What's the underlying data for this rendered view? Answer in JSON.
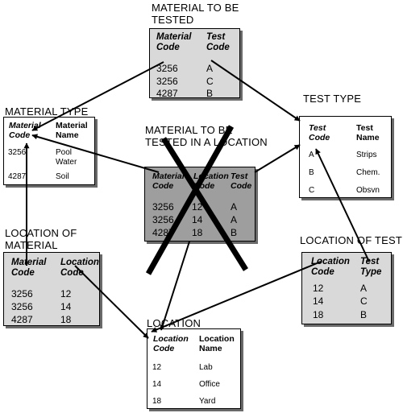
{
  "titles": {
    "material_test": [
      "MATERIAL TO BE",
      "TESTED"
    ],
    "material_type": "MATERIAL TYPE",
    "test_type": "TEST TYPE",
    "material_location": [
      "MATERIAL TO BE",
      "TESTED IN A LOCATION"
    ],
    "location_material": [
      "LOCATION OF",
      "MATERIAL"
    ],
    "location_test": "LOCATION OF TEST",
    "location": "LOCATION"
  },
  "tables": {
    "material_test": {
      "headers": [
        [
          "Material",
          "Code"
        ],
        [
          "Test",
          "Code"
        ]
      ],
      "rows": [
        [
          "3256",
          "A"
        ],
        [
          "3256",
          "C"
        ],
        [
          "4287",
          "B"
        ]
      ]
    },
    "material_type": {
      "headers": [
        [
          "Material",
          "Code"
        ],
        [
          "Material",
          "Name"
        ]
      ],
      "rows": [
        [
          "3256",
          "Pool"
        ],
        [
          "",
          "Water"
        ],
        [
          "4287",
          "Soil"
        ]
      ]
    },
    "test_type": {
      "headers": [
        [
          "Test",
          "Code"
        ],
        [
          "Test",
          "Name"
        ]
      ],
      "rows": [
        [
          "A",
          "Strips"
        ],
        [
          "B",
          "Chem."
        ],
        [
          "C",
          "Obsvn"
        ]
      ]
    },
    "material_location": {
      "headers": [
        [
          "Material",
          "Code"
        ],
        [
          "Location",
          "Code"
        ],
        [
          "Test",
          "Code"
        ]
      ],
      "rows": [
        [
          "3256",
          "12",
          "A"
        ],
        [
          "3256",
          "14",
          "A"
        ],
        [
          "4287",
          "18",
          "B"
        ]
      ]
    },
    "location_material": {
      "headers": [
        [
          "Material",
          "Code"
        ],
        [
          "Location",
          "Code"
        ]
      ],
      "rows": [
        [
          "3256",
          "12"
        ],
        [
          "3256",
          "14"
        ],
        [
          "4287",
          "18"
        ]
      ]
    },
    "location_test": {
      "headers": [
        [
          "Location",
          "Code"
        ],
        [
          "Test",
          "Type"
        ]
      ],
      "rows": [
        [
          "12",
          "A"
        ],
        [
          "14",
          "C"
        ],
        [
          "18",
          "B"
        ]
      ]
    },
    "location": {
      "headers": [
        [
          "Location",
          "Code"
        ],
        [
          "Location",
          "Name"
        ]
      ],
      "rows": [
        [
          "12",
          "Lab"
        ],
        [
          "14",
          "Office"
        ],
        [
          "18",
          "Yard"
        ]
      ]
    }
  }
}
